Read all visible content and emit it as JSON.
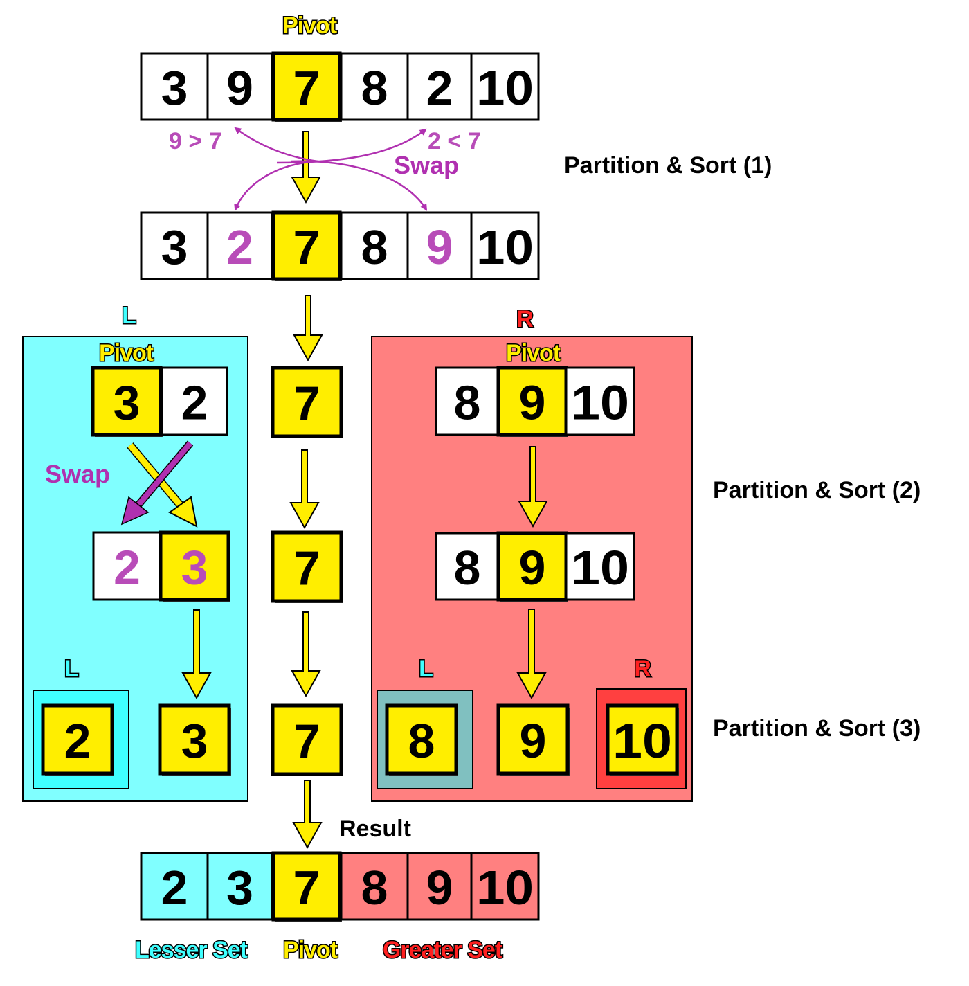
{
  "colors": {
    "pivot": "#ffee00",
    "lesser": "#80ffff",
    "greater": "#ff8080",
    "swapped": "#b84cb8",
    "arrow": "#ffee00",
    "swap_arrow": "#b030b0",
    "left_leaf": "#40ffff",
    "right_leaf_left": "#80c0c0",
    "right_leaf_right": "#ff4040"
  },
  "top": {
    "pivot_label": "Pivot",
    "initial": [
      "3",
      "9",
      "7",
      "8",
      "2",
      "10"
    ],
    "compare_left": "9 > 7",
    "compare_right": "2 < 7",
    "swap_label": "Swap",
    "after_swap": [
      "3",
      "2",
      "7",
      "8",
      "9",
      "10"
    ]
  },
  "steps": {
    "step1": "Partition & Sort (1)",
    "step2": "Partition & Sort (2)",
    "step3": "Partition & Sort (3)"
  },
  "left": {
    "tag": "L",
    "pivot_label": "Pivot",
    "row1": [
      "3",
      "2"
    ],
    "swap_label": "Swap",
    "row2": [
      "2",
      "3"
    ],
    "leaf_tag": "L",
    "leaves": [
      "2",
      "3"
    ]
  },
  "center": {
    "values": [
      "7",
      "7",
      "7"
    ]
  },
  "right": {
    "tag": "R",
    "pivot_label": "Pivot",
    "row1": [
      "8",
      "9",
      "10"
    ],
    "row2": [
      "8",
      "9",
      "10"
    ],
    "leaf_tag_left": "L",
    "leaf_tag_right": "R",
    "leaves": [
      "8",
      "9",
      "10"
    ]
  },
  "result": {
    "label": "Result",
    "values": [
      "2",
      "3",
      "7",
      "8",
      "9",
      "10"
    ],
    "legend_lesser": "Lesser Set",
    "legend_pivot": "Pivot",
    "legend_greater": "Greater Set"
  }
}
